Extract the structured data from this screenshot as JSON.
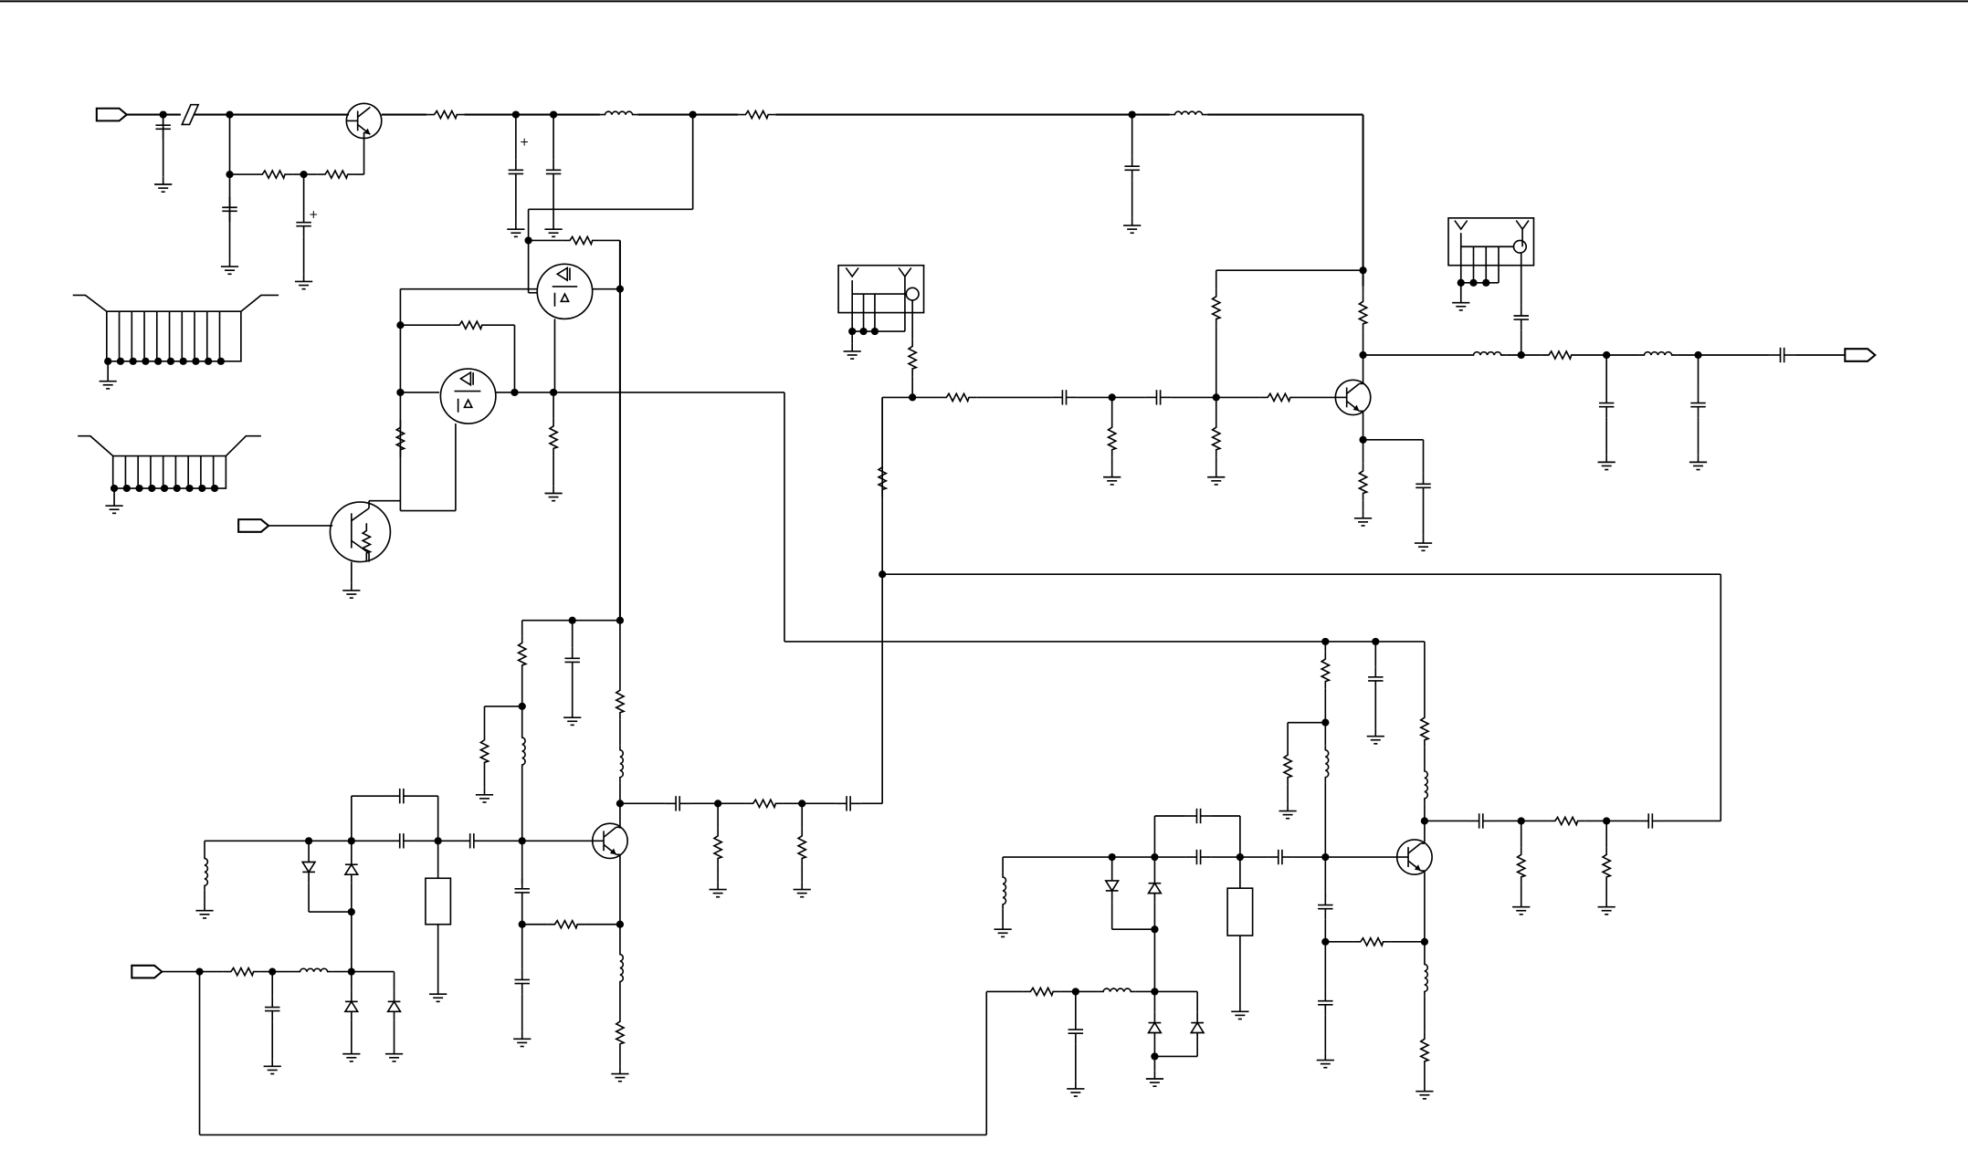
{
  "diagram": {
    "kind": "rf-amplifier-schematic",
    "text_labels": [],
    "components": {
      "input_ports": 3,
      "output_ports": 1,
      "bjt_transistors": 4,
      "mosfets": 2,
      "test_connectors": 2,
      "ground_blocks": 2
    }
  }
}
